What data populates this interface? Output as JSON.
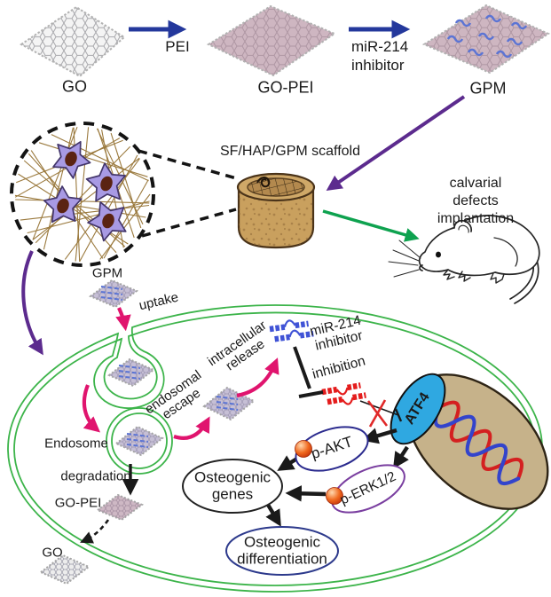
{
  "top_row": {
    "go_label": "GO",
    "pei_arrow_label": "PEI",
    "gopei_label": "GO-PEI",
    "mir_arrow_label": "miR-214\ninhibitor",
    "gpm_label": "GPM"
  },
  "scaffold": {
    "label": "SF/HAP/GPM scaffold"
  },
  "implantation": {
    "label": "calvarial defects\nimplantation"
  },
  "cell": {
    "gpm_label": "GPM",
    "uptake": "uptake",
    "endosomal_escape": "endosomal\nescape",
    "intracellular_release": "intracellular\nrelease",
    "mir_inhibitor": "miR-214\ninhibitor",
    "inhibition": "inhibition",
    "endosome": "Endosome",
    "degradation": "degradation",
    "gopei": "GO-PEI",
    "go": "GO",
    "atf4": "ATF4",
    "p_akt": "p-AKT",
    "p_erk": "p-ERK1/2",
    "osteogenic_genes": "Osteogenic\ngenes",
    "osteogenic_differentiation": "Osteogenic\ndifferentiation"
  },
  "colors": {
    "membrane_green": "#3cb44a",
    "pink_arrow": "#e0146e",
    "purple_arrow": "#5c2b8e",
    "blue_arrow": "#24389c",
    "green_arrow": "#0ea24f",
    "inhibitor_blue": "#4053d6",
    "mir214_red": "#e41c1c",
    "nucleus_tan": "#c6b28a",
    "atf4_cyan": "#2fa8e1",
    "scaffold_tan": "#c9a05e",
    "cell_purple": "#a89ae4",
    "phospho_orange": "#f06a20",
    "sheet_tint": "#b4899d"
  }
}
